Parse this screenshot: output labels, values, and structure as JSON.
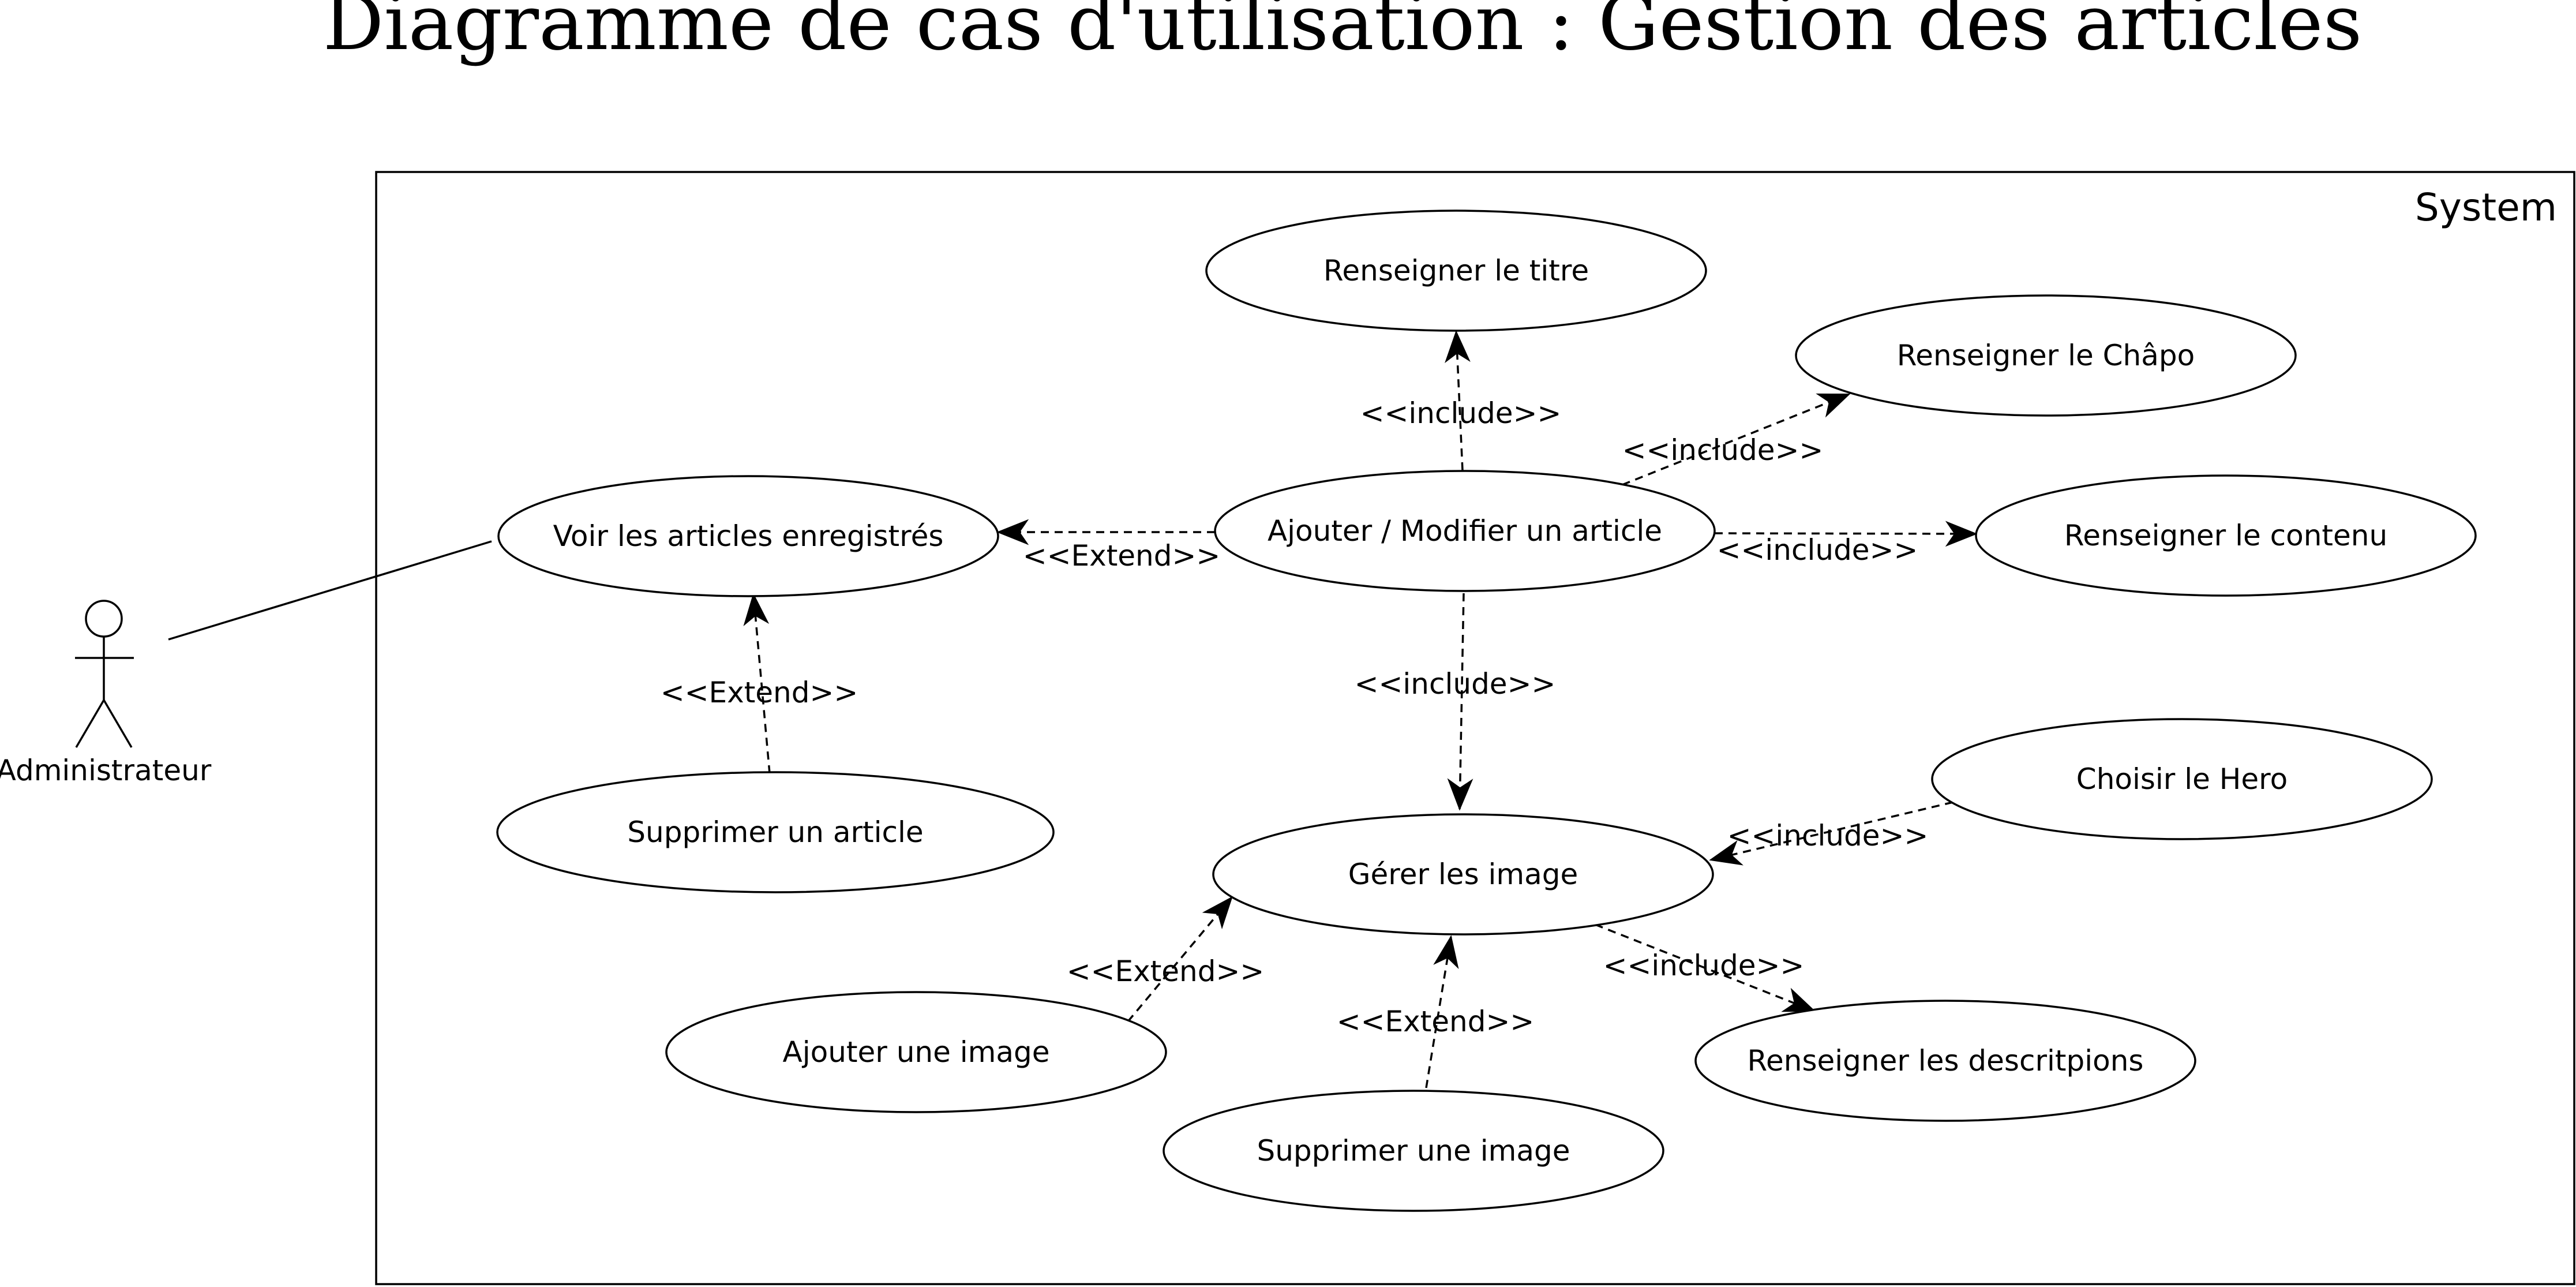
{
  "title": "Diagramme de cas d'utilisation : Gestion des articles",
  "system": {
    "label": "System"
  },
  "actor": {
    "name": "Administrateur"
  },
  "use_cases": {
    "voir": "Voir les articles enregistrés",
    "ajouter_modifier": "Ajouter / Modifier un article",
    "supprimer_article": "Supprimer un article",
    "titre": "Renseigner le titre",
    "chapo": "Renseigner le Châpo",
    "contenu": "Renseigner le contenu",
    "gerer_image": "Gérer les image",
    "hero": "Choisir le Hero",
    "ajouter_image": "Ajouter une image",
    "supprimer_image": "Supprimer une image",
    "descriptions": "Renseigner les descritpions"
  },
  "relations": {
    "extend": "<<Extend>>",
    "include": "<<include>>"
  }
}
